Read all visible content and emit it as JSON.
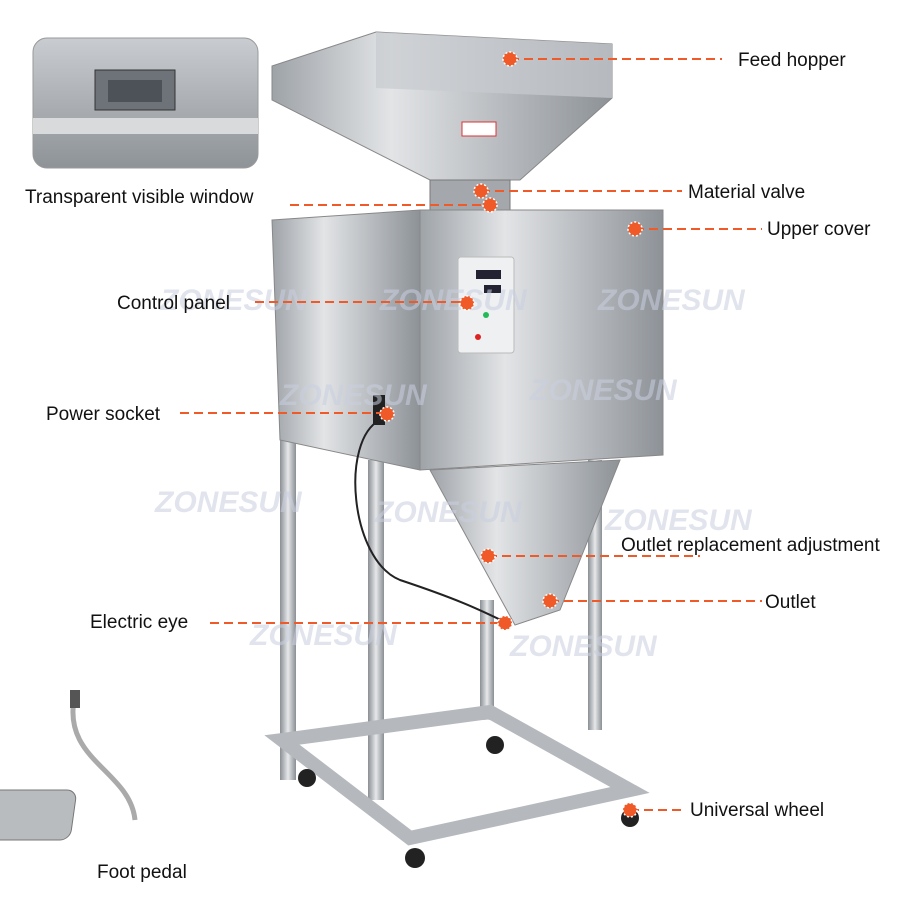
{
  "watermark": "ZONESUN",
  "accent_color": "#f05a28",
  "labels": {
    "feed_hopper": "Feed hopper",
    "material_valve": "Material valve",
    "transparent_window": "Transparent visible window",
    "upper_cover": "Upper cover",
    "control_panel": "Control panel",
    "power_socket": "Power socket",
    "outlet_adjustment": "Outlet replacement  adjustment",
    "outlet": "Outlet",
    "electric_eye": "Electric eye",
    "universal_wheel": "Universal wheel",
    "foot_pedal": "Foot pedal"
  }
}
